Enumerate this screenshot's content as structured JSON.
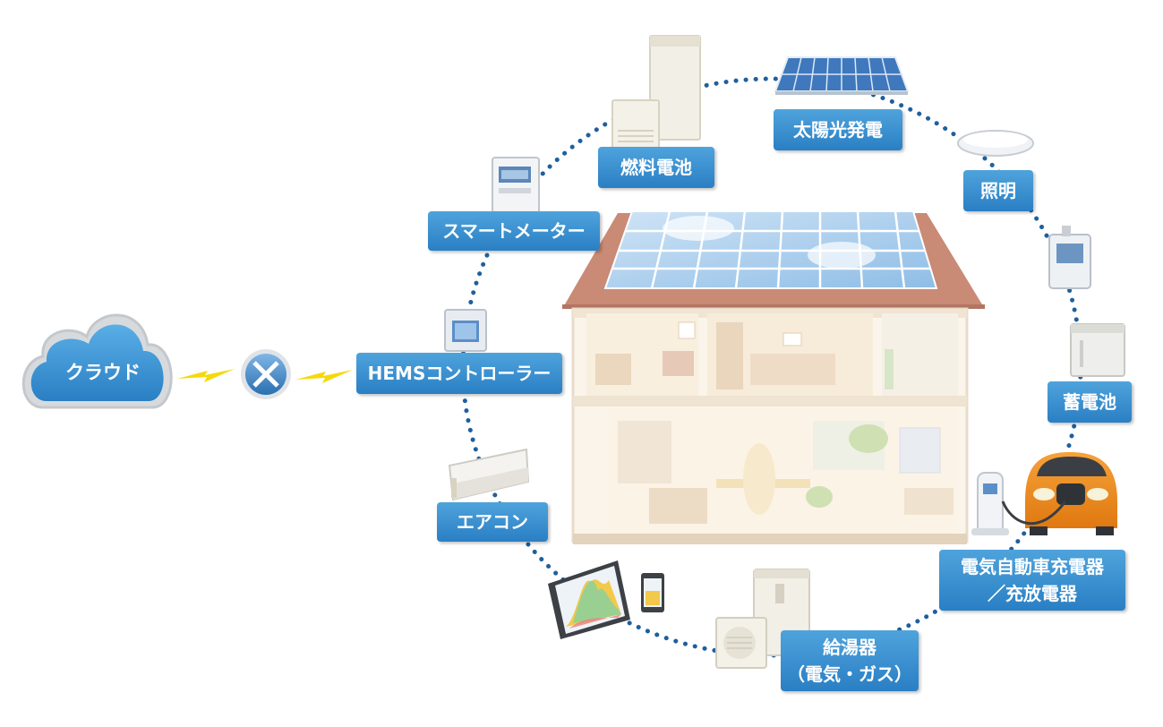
{
  "nodes": {
    "cloud": "クラウド",
    "hems": "HEMSコントローラー",
    "smart_meter": "スマートメーター",
    "fuel_cell": "燃料電池",
    "solar": "太陽光発電",
    "lighting": "照明",
    "storage_battery": "蓄電池",
    "ev_charger_line1": "電気自動車充電器",
    "ev_charger_line2": "／充放電器",
    "water_heater_line1": "給湯器",
    "water_heater_line2": "（電気・ガス）",
    "aircon": "エアコン"
  },
  "colors": {
    "label_blue": "#2a7fc4",
    "dot_blue": "#1f5f9e",
    "lightning": "#f5d90a",
    "car_orange": "#f08c1a"
  },
  "icons": [
    "cloud-icon",
    "router-icon",
    "lightning-icon",
    "fuel-cell-icon",
    "solar-panel-icon",
    "ceiling-light-icon",
    "smart-meter-icon",
    "battery-icon",
    "ev-car-icon",
    "charger-icon",
    "water-heater-icon",
    "monitor-icon",
    "aircon-icon",
    "house-icon"
  ]
}
